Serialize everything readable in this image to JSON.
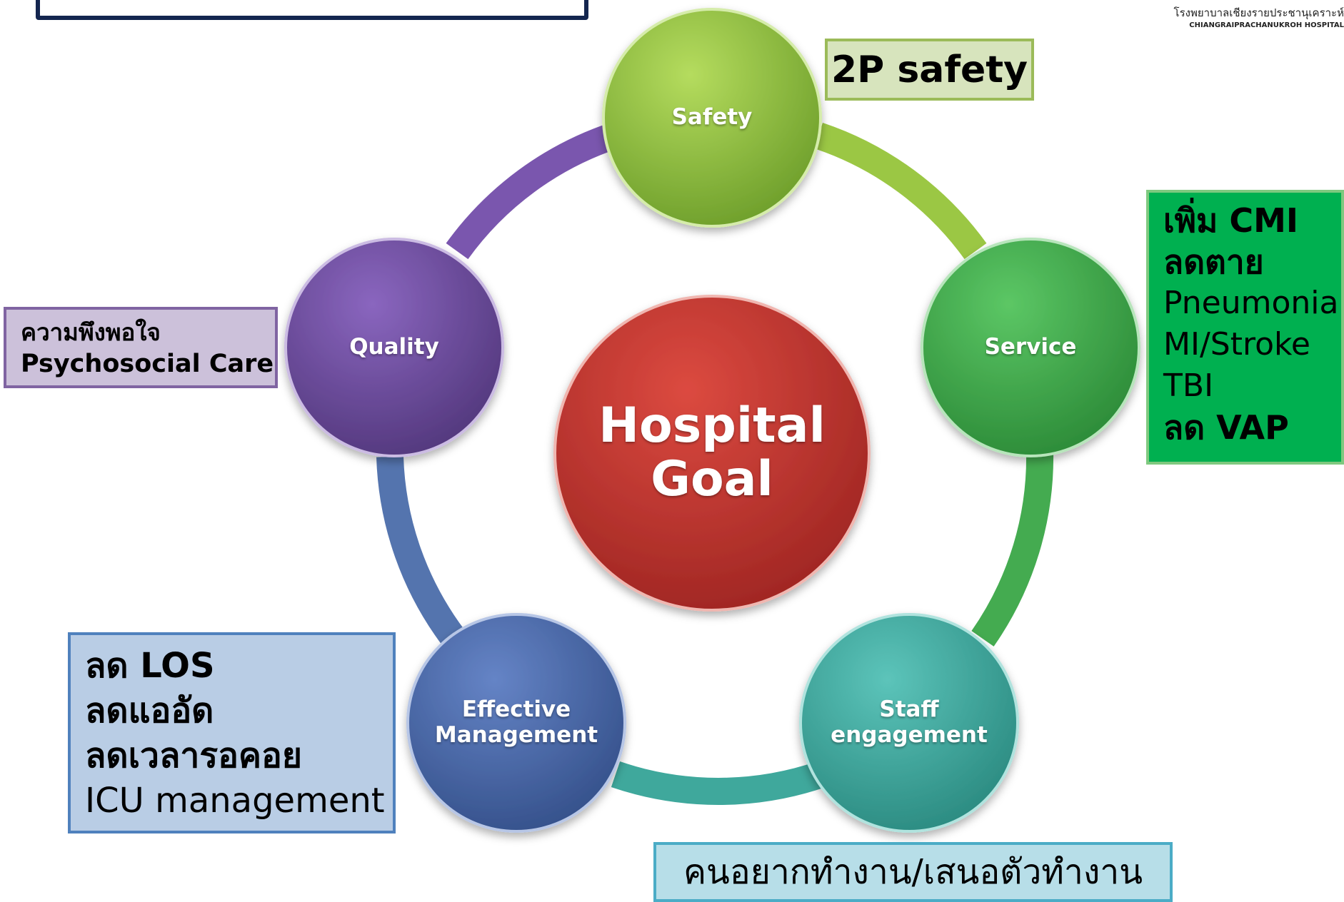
{
  "header": {
    "hospital_name_th": "โรงพยาบาลเชียงรายประชานุเคราะห์",
    "hospital_name_en": "CHIANGRAIPRACHANUKROH HOSPITAL"
  },
  "diagram": {
    "center": {
      "line1": "Hospital",
      "line2": "Goal",
      "color": "#c0392b"
    },
    "nodes": [
      {
        "id": "safety",
        "label": "Safety",
        "color": "#8dc63f"
      },
      {
        "id": "service",
        "label": "Service",
        "color": "#3fae49"
      },
      {
        "id": "staff",
        "label": "Staff engagement",
        "line1": "Staff",
        "line2": "engagement",
        "color": "#3aa99f"
      },
      {
        "id": "effective",
        "label": "Effective Management",
        "line1": "Effective",
        "line2": "Management",
        "color": "#4a68a8"
      },
      {
        "id": "quality",
        "label": "Quality",
        "color": "#6a4a9c"
      }
    ]
  },
  "callouts": {
    "safety": {
      "text": "2P safety",
      "bg": "#d7e4bd",
      "border": "#9bbb59"
    },
    "service": {
      "lines": [
        "เพิ่ม CMI",
        "ลดตาย",
        "Pneumonia",
        "MI/Stroke",
        "TBI",
        "ลด VAP"
      ],
      "bg": "#00b050",
      "border": "#7fc97f"
    },
    "staff": {
      "text": "คนอยากทำงาน/เสนอตัวทำงาน",
      "bg": "#b7dee8",
      "border": "#4bacc6"
    },
    "effective": {
      "lines": [
        "ลด LOS",
        "ลดแออัด",
        "ลดเวลารอคอย",
        "ICU management"
      ],
      "bg": "#b9cde5",
      "border": "#4f81bd"
    },
    "quality": {
      "lines": [
        "ความพึงพอใจ",
        "Psychosocial Care"
      ],
      "bg": "#ccc1da",
      "border": "#8064a2"
    }
  }
}
